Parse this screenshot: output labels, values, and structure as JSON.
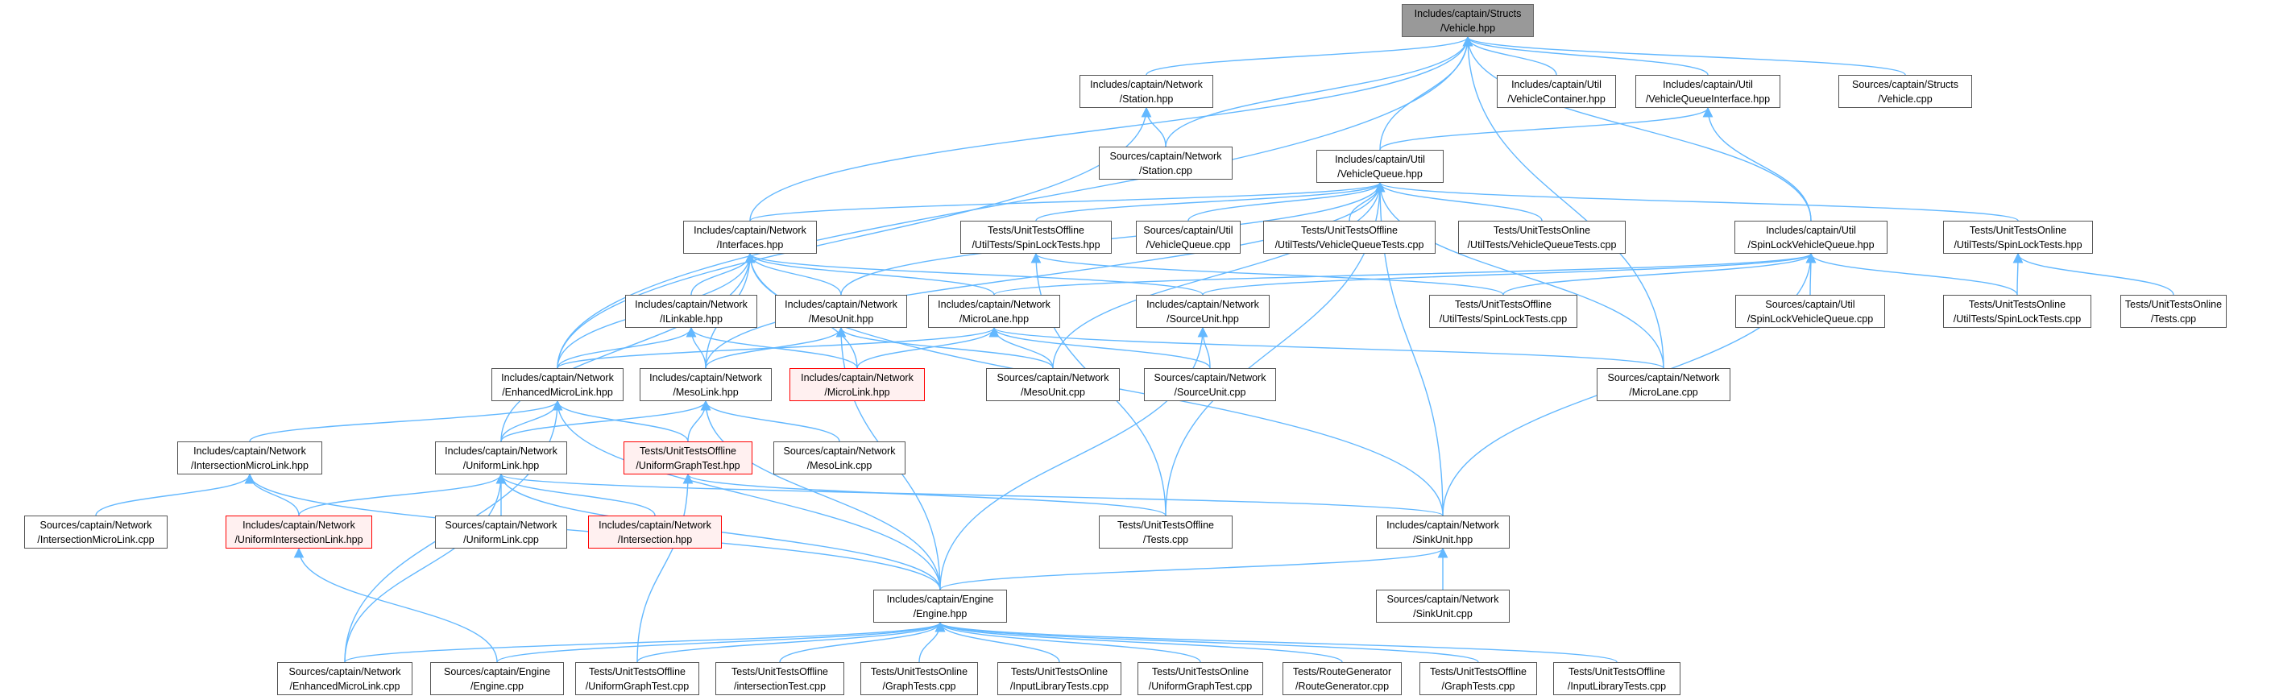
{
  "colors": {
    "edge": "#63b8ff",
    "node_border": "#555555",
    "root_fill": "#999999",
    "red_border": "#ff0000",
    "red_fill": "#fff0f0"
  },
  "nodes": [
    {
      "id": "vehicle_hpp",
      "line1": "Includes/captain/Structs",
      "line2": "/Vehicle.hpp",
      "style": "root"
    },
    {
      "id": "station_hpp",
      "line1": "Includes/captain/Network",
      "line2": "/Station.hpp",
      "style": "normal"
    },
    {
      "id": "vehiclecontainer_hpp",
      "line1": "Includes/captain/Util",
      "line2": "/VehicleContainer.hpp",
      "style": "normal"
    },
    {
      "id": "vehiclequeueinterface_hpp",
      "line1": "Includes/captain/Util",
      "line2": "/VehicleQueueInterface.hpp",
      "style": "normal"
    },
    {
      "id": "vehicle_cpp",
      "line1": "Sources/captain/Structs",
      "line2": "/Vehicle.cpp",
      "style": "normal"
    },
    {
      "id": "station_cpp",
      "line1": "Sources/captain/Network",
      "line2": "/Station.cpp",
      "style": "normal"
    },
    {
      "id": "vehiclequeue_hpp",
      "line1": "Includes/captain/Util",
      "line2": "/VehicleQueue.hpp",
      "style": "normal"
    },
    {
      "id": "interfaces_hpp",
      "line1": "Includes/captain/Network",
      "line2": "/Interfaces.hpp",
      "style": "normal"
    },
    {
      "id": "offline_spinlocktests_hpp",
      "line1": "Tests/UnitTestsOffline",
      "line2": "/UtilTests/SpinLockTests.hpp",
      "style": "normal"
    },
    {
      "id": "vehiclequeue_cpp",
      "line1": "Sources/captain/Util",
      "line2": "/VehicleQueue.cpp",
      "style": "normal"
    },
    {
      "id": "offline_vehiclequeuetests_cpp",
      "line1": "Tests/UnitTestsOffline",
      "line2": "/UtilTests/VehicleQueueTests.cpp",
      "style": "normal"
    },
    {
      "id": "online_vehiclequeuetests_cpp",
      "line1": "Tests/UnitTestsOnline",
      "line2": "/UtilTests/VehicleQueueTests.cpp",
      "style": "normal"
    },
    {
      "id": "spinlockvehiclequeue_hpp",
      "line1": "Includes/captain/Util",
      "line2": "/SpinLockVehicleQueue.hpp",
      "style": "normal"
    },
    {
      "id": "online_spinlocktests_hpp",
      "line1": "Tests/UnitTestsOnline",
      "line2": "/UtilTests/SpinLockTests.hpp",
      "style": "normal"
    },
    {
      "id": "ilinkable_hpp",
      "line1": "Includes/captain/Network",
      "line2": "/ILinkable.hpp",
      "style": "normal"
    },
    {
      "id": "mesounit_hpp",
      "line1": "Includes/captain/Network",
      "line2": "/MesoUnit.hpp",
      "style": "normal"
    },
    {
      "id": "microlane_hpp",
      "line1": "Includes/captain/Network",
      "line2": "/MicroLane.hpp",
      "style": "normal"
    },
    {
      "id": "sourceunit_hpp",
      "line1": "Includes/captain/Network",
      "line2": "/SourceUnit.hpp",
      "style": "normal"
    },
    {
      "id": "offline_spinlocktests_cpp",
      "line1": "Tests/UnitTestsOffline",
      "line2": "/UtilTests/SpinLockTests.cpp",
      "style": "normal"
    },
    {
      "id": "spinlockvehiclequeue_cpp",
      "line1": "Sources/captain/Util",
      "line2": "/SpinLockVehicleQueue.cpp",
      "style": "normal"
    },
    {
      "id": "online_spinlocktests_cpp",
      "line1": "Tests/UnitTestsOnline",
      "line2": "/UtilTests/SpinLockTests.cpp",
      "style": "normal"
    },
    {
      "id": "online_tests_cpp",
      "line1": "Tests/UnitTestsOnline",
      "line2": "/Tests.cpp",
      "style": "normal"
    },
    {
      "id": "enhancedmicrolink_hpp",
      "line1": "Includes/captain/Network",
      "line2": "/EnhancedMicroLink.hpp",
      "style": "normal"
    },
    {
      "id": "mesolink_hpp",
      "line1": "Includes/captain/Network",
      "line2": "/MesoLink.hpp",
      "style": "normal"
    },
    {
      "id": "microlink_hpp",
      "line1": "Includes/captain/Network",
      "line2": "/MicroLink.hpp",
      "style": "red"
    },
    {
      "id": "mesounit_cpp",
      "line1": "Sources/captain/Network",
      "line2": "/MesoUnit.cpp",
      "style": "normal"
    },
    {
      "id": "sourceunit_cpp",
      "line1": "Sources/captain/Network",
      "line2": "/SourceUnit.cpp",
      "style": "normal"
    },
    {
      "id": "microlane_cpp",
      "line1": "Sources/captain/Network",
      "line2": "/MicroLane.cpp",
      "style": "normal"
    },
    {
      "id": "intersectionmicrolink_hpp",
      "line1": "Includes/captain/Network",
      "line2": "/IntersectionMicroLink.hpp",
      "style": "normal"
    },
    {
      "id": "uniformlink_hpp",
      "line1": "Includes/captain/Network",
      "line2": "/UniformLink.hpp",
      "style": "normal"
    },
    {
      "id": "offline_uniformgraphtest_hpp",
      "line1": "Tests/UnitTestsOffline",
      "line2": "/UniformGraphTest.hpp",
      "style": "red"
    },
    {
      "id": "mesolink_cpp",
      "line1": "Sources/captain/Network",
      "line2": "/MesoLink.cpp",
      "style": "normal"
    },
    {
      "id": "intersectionmicrolink_cpp",
      "line1": "Sources/captain/Network",
      "line2": "/IntersectionMicroLink.cpp",
      "style": "normal"
    },
    {
      "id": "uniformintersectionlink_hpp",
      "line1": "Includes/captain/Network",
      "line2": "/UniformIntersectionLink.hpp",
      "style": "red"
    },
    {
      "id": "uniformlink_cpp",
      "line1": "Sources/captain/Network",
      "line2": "/UniformLink.cpp",
      "style": "normal"
    },
    {
      "id": "intersection_hpp",
      "line1": "Includes/captain/Network",
      "line2": "/Intersection.hpp",
      "style": "red"
    },
    {
      "id": "offline_tests_cpp",
      "line1": "Tests/UnitTestsOffline",
      "line2": "/Tests.cpp",
      "style": "normal"
    },
    {
      "id": "sinkunit_hpp",
      "line1": "Includes/captain/Network",
      "line2": "/SinkUnit.hpp",
      "style": "normal"
    },
    {
      "id": "sinkunit_cpp",
      "line1": "Sources/captain/Network",
      "line2": "/SinkUnit.cpp",
      "style": "normal"
    },
    {
      "id": "engine_hpp",
      "line1": "Includes/captain/Engine",
      "line2": "/Engine.hpp",
      "style": "normal"
    },
    {
      "id": "enhancedmicrolink_cpp",
      "line1": "Sources/captain/Network",
      "line2": "/EnhancedMicroLink.cpp",
      "style": "normal"
    },
    {
      "id": "engine_cpp",
      "line1": "Sources/captain/Engine",
      "line2": "/Engine.cpp",
      "style": "normal"
    },
    {
      "id": "offline_uniformgraphtest_cpp",
      "line1": "Tests/UnitTestsOffline",
      "line2": "/UniformGraphTest.cpp",
      "style": "normal"
    },
    {
      "id": "offline_intersectiontest_cpp",
      "line1": "Tests/UnitTestsOffline",
      "line2": "/intersectionTest.cpp",
      "style": "normal"
    },
    {
      "id": "online_graphtests_cpp",
      "line1": "Tests/UnitTestsOnline",
      "line2": "/GraphTests.cpp",
      "style": "normal"
    },
    {
      "id": "online_inputlibrarytests_cpp",
      "line1": "Tests/UnitTestsOnline",
      "line2": "/InputLibraryTests.cpp",
      "style": "normal"
    },
    {
      "id": "online_uniformgraphtest_cpp",
      "line1": "Tests/UnitTestsOnline",
      "line2": "/UniformGraphTest.cpp",
      "style": "normal"
    },
    {
      "id": "routegenerator_cpp",
      "line1": "Tests/RouteGenerator",
      "line2": "/RouteGenerator.cpp",
      "style": "normal"
    },
    {
      "id": "offline_graphtests_cpp",
      "line1": "Tests/UnitTestsOffline",
      "line2": "/GraphTests.cpp",
      "style": "normal"
    },
    {
      "id": "offline_inputlibrarytests_cpp",
      "line1": "Tests/UnitTestsOffline",
      "line2": "/InputLibraryTests.cpp",
      "style": "normal"
    }
  ],
  "edges": [
    [
      "station_hpp",
      "vehicle_hpp"
    ],
    [
      "vehiclecontainer_hpp",
      "vehicle_hpp"
    ],
    [
      "vehiclequeueinterface_hpp",
      "vehicle_hpp"
    ],
    [
      "vehicle_cpp",
      "vehicle_hpp"
    ],
    [
      "station_cpp",
      "vehicle_hpp"
    ],
    [
      "vehiclequeue_hpp",
      "vehicle_hpp"
    ],
    [
      "interfaces_hpp",
      "vehicle_hpp"
    ],
    [
      "spinlockvehiclequeue_hpp",
      "vehicle_hpp"
    ],
    [
      "enhancedmicrolink_hpp",
      "vehicle_hpp"
    ],
    [
      "microlane_cpp",
      "vehicle_hpp"
    ],
    [
      "station_cpp",
      "station_hpp"
    ],
    [
      "enhancedmicrolink_hpp",
      "station_hpp"
    ],
    [
      "vehiclequeue_hpp",
      "vehiclequeueinterface_hpp"
    ],
    [
      "spinlockvehiclequeue_hpp",
      "vehiclequeueinterface_hpp"
    ],
    [
      "interfaces_hpp",
      "vehiclequeue_hpp"
    ],
    [
      "offline_spinlocktests_hpp",
      "vehiclequeue_hpp"
    ],
    [
      "vehiclequeue_cpp",
      "vehiclequeue_hpp"
    ],
    [
      "offline_vehiclequeuetests_cpp",
      "vehiclequeue_hpp"
    ],
    [
      "online_vehiclequeuetests_cpp",
      "vehiclequeue_hpp"
    ],
    [
      "online_spinlocktests_hpp",
      "vehiclequeue_hpp"
    ],
    [
      "mesounit_hpp",
      "vehiclequeue_hpp"
    ],
    [
      "mesounit_cpp",
      "vehiclequeue_hpp"
    ],
    [
      "microlane_cpp",
      "vehiclequeue_hpp"
    ],
    [
      "sinkunit_hpp",
      "vehiclequeue_hpp"
    ],
    [
      "offline_tests_cpp",
      "vehiclequeue_hpp"
    ],
    [
      "mesolink_hpp",
      "vehiclequeue_hpp"
    ],
    [
      "ilinkable_hpp",
      "interfaces_hpp"
    ],
    [
      "mesounit_hpp",
      "interfaces_hpp"
    ],
    [
      "microlane_hpp",
      "interfaces_hpp"
    ],
    [
      "sourceunit_hpp",
      "interfaces_hpp"
    ],
    [
      "enhancedmicrolink_hpp",
      "interfaces_hpp"
    ],
    [
      "mesolink_hpp",
      "interfaces_hpp"
    ],
    [
      "uniformlink_hpp",
      "interfaces_hpp"
    ],
    [
      "sinkunit_hpp",
      "interfaces_hpp"
    ],
    [
      "microlink_hpp",
      "interfaces_hpp"
    ],
    [
      "offline_spinlocktests_cpp",
      "offline_spinlocktests_hpp"
    ],
    [
      "offline_tests_cpp",
      "offline_spinlocktests_hpp"
    ],
    [
      "offline_spinlocktests_cpp",
      "spinlockvehiclequeue_hpp"
    ],
    [
      "spinlockvehiclequeue_cpp",
      "spinlockvehiclequeue_hpp"
    ],
    [
      "online_spinlocktests_cpp",
      "spinlockvehiclequeue_hpp"
    ],
    [
      "sourceunit_hpp",
      "spinlockvehiclequeue_hpp"
    ],
    [
      "sinkunit_hpp",
      "spinlockvehiclequeue_hpp"
    ],
    [
      "microlane_hpp",
      "spinlockvehiclequeue_hpp"
    ],
    [
      "online_spinlocktests_cpp",
      "online_spinlocktests_hpp"
    ],
    [
      "online_tests_cpp",
      "online_spinlocktests_hpp"
    ],
    [
      "enhancedmicrolink_hpp",
      "ilinkable_hpp"
    ],
    [
      "mesolink_hpp",
      "ilinkable_hpp"
    ],
    [
      "microlink_hpp",
      "ilinkable_hpp"
    ],
    [
      "mesolink_hpp",
      "mesounit_hpp"
    ],
    [
      "mesounit_cpp",
      "mesounit_hpp"
    ],
    [
      "engine_hpp",
      "mesounit_hpp"
    ],
    [
      "enhancedmicrolink_hpp",
      "microlane_hpp"
    ],
    [
      "microlink_hpp",
      "microlane_hpp"
    ],
    [
      "mesounit_cpp",
      "microlane_hpp"
    ],
    [
      "sourceunit_cpp",
      "microlane_hpp"
    ],
    [
      "microlane_cpp",
      "microlane_hpp"
    ],
    [
      "sourceunit_cpp",
      "sourceunit_hpp"
    ],
    [
      "engine_hpp",
      "sourceunit_hpp"
    ],
    [
      "intersectionmicrolink_hpp",
      "enhancedmicrolink_hpp"
    ],
    [
      "uniformlink_hpp",
      "enhancedmicrolink_hpp"
    ],
    [
      "offline_uniformgraphtest_hpp",
      "enhancedmicrolink_hpp"
    ],
    [
      "enhancedmicrolink_cpp",
      "enhancedmicrolink_hpp"
    ],
    [
      "engine_hpp",
      "enhancedmicrolink_hpp"
    ],
    [
      "uniformlink_hpp",
      "mesolink_hpp"
    ],
    [
      "offline_uniformgraphtest_hpp",
      "mesolink_hpp"
    ],
    [
      "mesolink_cpp",
      "mesolink_hpp"
    ],
    [
      "engine_hpp",
      "mesolink_hpp"
    ],
    [
      "intersectionmicrolink_cpp",
      "intersectionmicrolink_hpp"
    ],
    [
      "uniformintersectionlink_hpp",
      "intersectionmicrolink_hpp"
    ],
    [
      "engine_hpp",
      "intersectionmicrolink_hpp"
    ],
    [
      "uniformintersectionlink_hpp",
      "uniformlink_hpp"
    ],
    [
      "uniformlink_cpp",
      "uniformlink_hpp"
    ],
    [
      "intersection_hpp",
      "uniformlink_hpp"
    ],
    [
      "sinkunit_hpp",
      "uniformlink_hpp"
    ],
    [
      "engine_hpp",
      "uniformlink_hpp"
    ],
    [
      "enhancedmicrolink_cpp",
      "uniformlink_hpp"
    ],
    [
      "offline_tests_cpp",
      "offline_uniformgraphtest_hpp"
    ],
    [
      "offline_uniformgraphtest_cpp",
      "offline_uniformgraphtest_hpp"
    ],
    [
      "engine_cpp",
      "uniformintersectionlink_hpp"
    ],
    [
      "sinkunit_cpp",
      "sinkunit_hpp"
    ],
    [
      "engine_hpp",
      "sinkunit_hpp"
    ],
    [
      "enhancedmicrolink_cpp",
      "engine_hpp"
    ],
    [
      "engine_cpp",
      "engine_hpp"
    ],
    [
      "offline_uniformgraphtest_cpp",
      "engine_hpp"
    ],
    [
      "offline_intersectiontest_cpp",
      "engine_hpp"
    ],
    [
      "online_graphtests_cpp",
      "engine_hpp"
    ],
    [
      "online_inputlibrarytests_cpp",
      "engine_hpp"
    ],
    [
      "online_uniformgraphtest_cpp",
      "engine_hpp"
    ],
    [
      "routegenerator_cpp",
      "engine_hpp"
    ],
    [
      "offline_graphtests_cpp",
      "engine_hpp"
    ],
    [
      "offline_inputlibrarytests_cpp",
      "engine_hpp"
    ]
  ]
}
